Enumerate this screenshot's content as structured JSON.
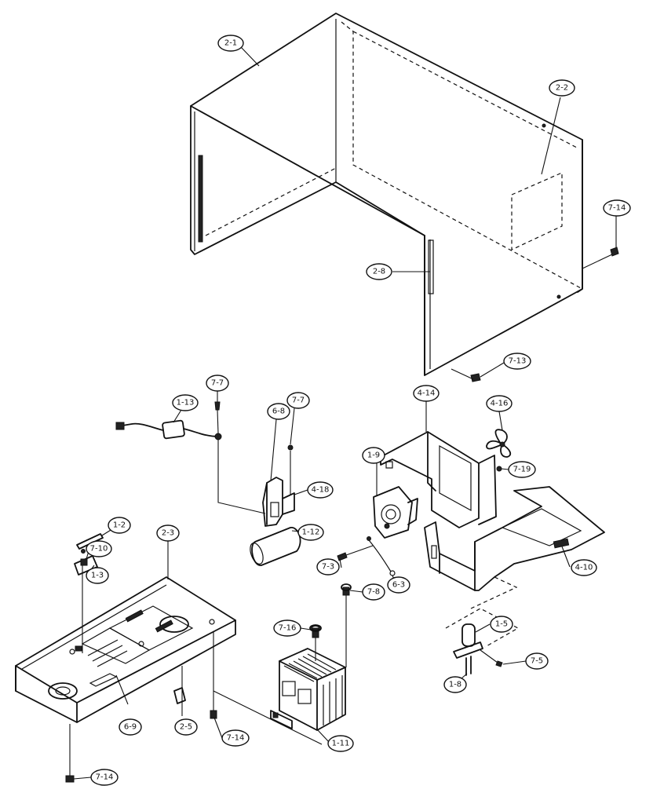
{
  "callouts": [
    {
      "id": "c-2-1",
      "label": "2-1"
    },
    {
      "id": "c-2-2",
      "label": "2-2"
    },
    {
      "id": "c-7-14-a",
      "label": "7-14"
    },
    {
      "id": "c-2-8",
      "label": "2-8"
    },
    {
      "id": "c-7-13",
      "label": "7-13"
    },
    {
      "id": "c-7-7-a",
      "label": "7-7"
    },
    {
      "id": "c-1-13",
      "label": "1-13"
    },
    {
      "id": "c-6-8",
      "label": "6-8"
    },
    {
      "id": "c-7-7-b",
      "label": "7-7"
    },
    {
      "id": "c-4-18",
      "label": "4-18"
    },
    {
      "id": "c-4-14",
      "label": "4-14"
    },
    {
      "id": "c-4-16",
      "label": "4-16"
    },
    {
      "id": "c-7-19",
      "label": "7-19"
    },
    {
      "id": "c-1-9",
      "label": "1-9"
    },
    {
      "id": "c-1-2",
      "label": "1-2"
    },
    {
      "id": "c-2-3",
      "label": "2-3"
    },
    {
      "id": "c-1-12",
      "label": "1-12"
    },
    {
      "id": "c-7-10",
      "label": "7-10"
    },
    {
      "id": "c-1-3",
      "label": "1-3"
    },
    {
      "id": "c-7-3",
      "label": "7-3"
    },
    {
      "id": "c-6-3",
      "label": "6-3"
    },
    {
      "id": "c-4-10",
      "label": "4-10"
    },
    {
      "id": "c-7-8",
      "label": "7-8"
    },
    {
      "id": "c-7-16",
      "label": "7-16"
    },
    {
      "id": "c-1-5",
      "label": "1-5"
    },
    {
      "id": "c-7-5",
      "label": "7-5"
    },
    {
      "id": "c-1-8",
      "label": "1-8"
    },
    {
      "id": "c-6-9",
      "label": "6-9"
    },
    {
      "id": "c-2-5",
      "label": "2-5"
    },
    {
      "id": "c-7-14-b",
      "label": "7-14"
    },
    {
      "id": "c-1-11",
      "label": "1-11"
    },
    {
      "id": "c-7-14-c",
      "label": "7-14"
    }
  ]
}
